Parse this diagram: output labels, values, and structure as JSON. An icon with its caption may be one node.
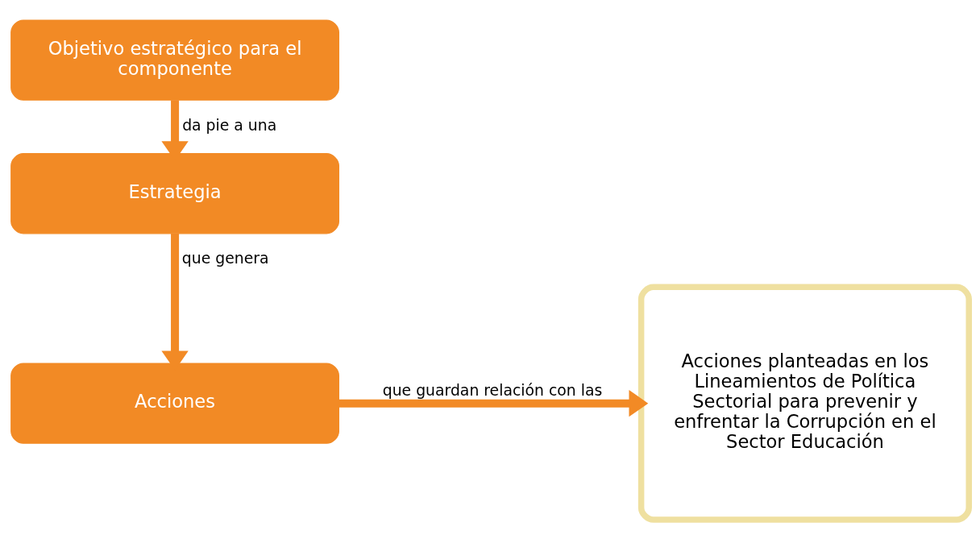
{
  "diagram": {
    "nodes": [
      {
        "text": [
          "Objetivo estratégico para el componente"
        ]
      },
      {
        "text": [
          "Estrategia"
        ]
      },
      {
        "text": [
          "Acciones"
        ]
      },
      {
        "text": [
          "Acciones planteadas en los Lineamientos de Política Sectorial para prevenir y enfrentar la Corrupción en el Sector Educación"
        ]
      }
    ],
    "edges": [
      {
        "from": 0,
        "to": 1,
        "arrow": "to",
        "label": "da pie a una"
      },
      {
        "from": 1,
        "to": 2,
        "arrow": "to",
        "label": "que genera"
      },
      {
        "from": 2,
        "to": 3,
        "arrow": "to",
        "label": "que guardan relación con las"
      }
    ]
  }
}
